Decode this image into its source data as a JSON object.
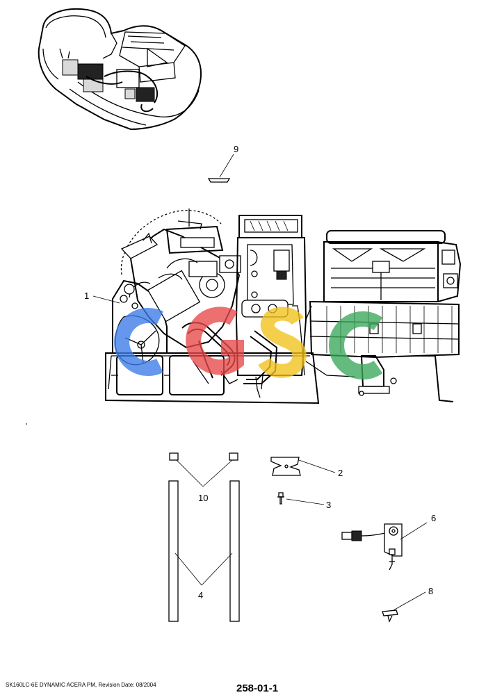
{
  "callouts": {
    "c1": "1",
    "c2": "2",
    "c3": "3",
    "c4": "4",
    "c6": "6",
    "c8": "8",
    "c9": "9",
    "c10": "10"
  },
  "footer": {
    "caption": "SK160LC-6E DYNAMIC ACERA PM, Revision Date: 08/2004",
    "page_number": "258-01-1"
  },
  "watermark": {
    "colors": [
      "#3b7be8",
      "#e84848",
      "#f2c21b",
      "#3aa85a"
    ]
  }
}
